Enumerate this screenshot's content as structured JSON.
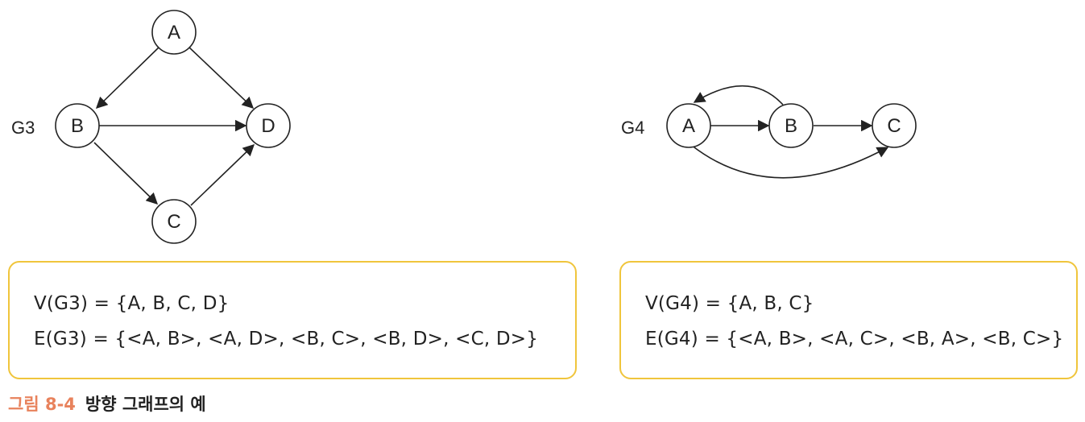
{
  "figure": {
    "caption_number": "그림 8-4",
    "caption_title": "방향 그래프의 예",
    "accent_color": "#f0c53c",
    "caption_color": "#e8825c"
  },
  "graphs": [
    {
      "id": "G3",
      "label": "G3",
      "nodes": [
        "A",
        "B",
        "C",
        "D"
      ],
      "edges": [
        [
          "A",
          "B"
        ],
        [
          "A",
          "D"
        ],
        [
          "B",
          "C"
        ],
        [
          "B",
          "D"
        ],
        [
          "C",
          "D"
        ]
      ],
      "vertex_set": "V(G3) = {A, B, C, D}",
      "edge_set": "E(G3) = {<A, B>, <A, D>, <B, C>, <B, D>, <C, D>}"
    },
    {
      "id": "G4",
      "label": "G4",
      "nodes": [
        "A",
        "B",
        "C"
      ],
      "edges": [
        [
          "A",
          "B"
        ],
        [
          "A",
          "C"
        ],
        [
          "B",
          "A"
        ],
        [
          "B",
          "C"
        ]
      ],
      "vertex_set": "V(G4) = {A, B, C}",
      "edge_set": "E(G4) = {<A, B>, <A, C>, <B, A>, <B, C>}"
    }
  ]
}
